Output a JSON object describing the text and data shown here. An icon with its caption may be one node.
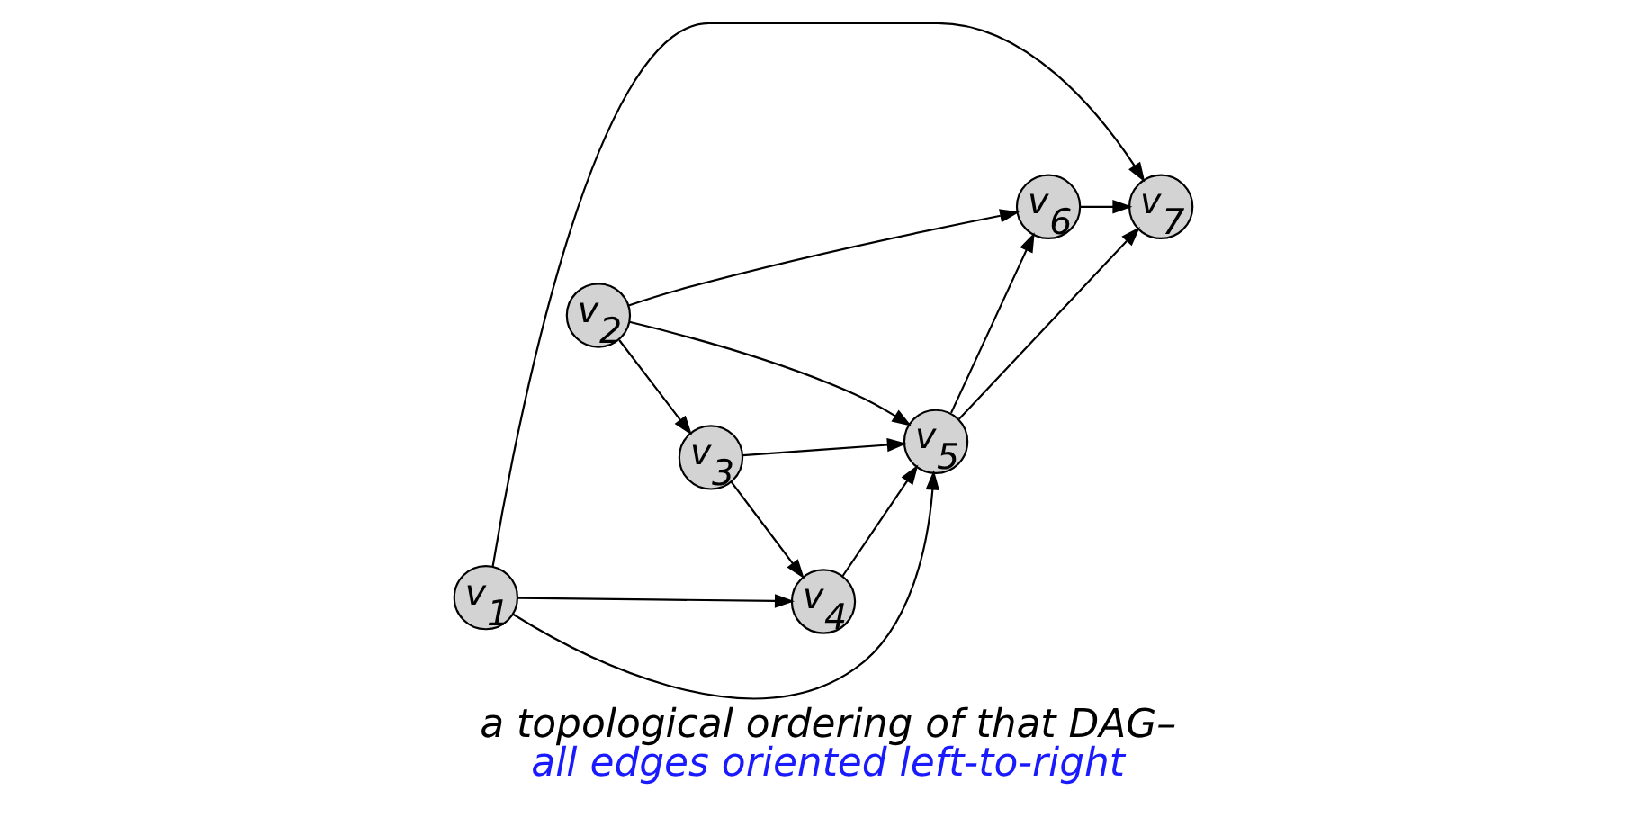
{
  "diagram": {
    "caption": "a topological ordering of that DAG–",
    "nodes": [
      {
        "text": [
          "v$_{1}$"
        ]
      },
      {
        "text": [
          "v$_{2}$"
        ]
      },
      {
        "text": [
          "v$_{3}$"
        ]
      },
      {
        "text": [
          "v$_{4}$"
        ]
      },
      {
        "text": [
          "v$_{5}$"
        ]
      },
      {
        "text": [
          "v$_{6}$"
        ]
      },
      {
        "text": [
          "v$_{7}$"
        ]
      }
    ],
    "edges": [
      {
        "from": 0,
        "to": 3,
        "arrow": "to"
      },
      {
        "from": 1,
        "to": 5,
        "arrow": "to"
      },
      {
        "from": 2,
        "to": 4,
        "arrow": "to"
      },
      {
        "from": 4,
        "to": 6,
        "arrow": "to"
      },
      {
        "from": 1,
        "to": 2,
        "arrow": "to"
      },
      {
        "from": 2,
        "to": 3,
        "arrow": "to"
      },
      {
        "from": 3,
        "to": 4,
        "arrow": "to"
      },
      {
        "from": 4,
        "to": 5,
        "arrow": "to"
      },
      {
        "from": 5,
        "to": 6,
        "arrow": "to"
      },
      {
        "from": 1,
        "to": 4,
        "arrow": "to"
      },
      {
        "from": 0,
        "to": 4,
        "arrow": "to"
      },
      {
        "from": 0,
        "to": 6,
        "arrow": "to"
      }
    ],
    "labels": [
      "all edges oriented left-to-right"
    ]
  }
}
